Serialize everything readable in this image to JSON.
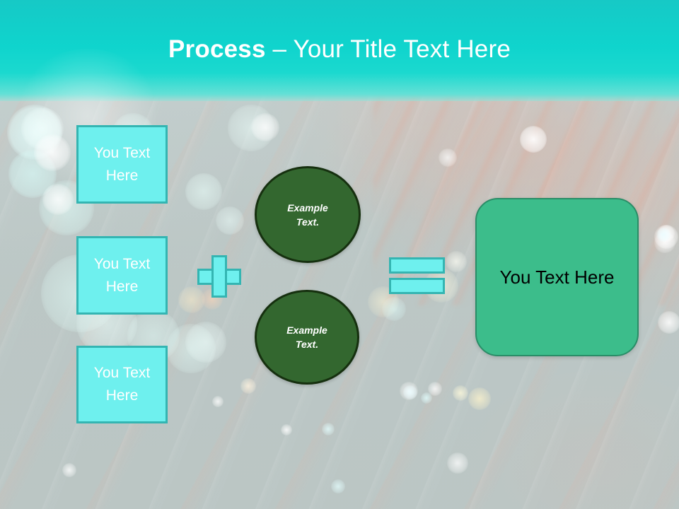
{
  "slide": {
    "title": {
      "bold_part": "Process",
      "rest_part": " – Your Title Text Here"
    },
    "header_color": "#0fd4cd",
    "background_color": "#bcc7c5"
  },
  "inputs": {
    "box_fill": "#6ef0ee",
    "box_border": "#34b5b2",
    "items": [
      {
        "label": "You Text Here"
      },
      {
        "label": "You Text Here"
      },
      {
        "label": "You Text Here"
      }
    ]
  },
  "operators": {
    "plus_symbol": "plus-sign",
    "equals_symbol": "equals-sign"
  },
  "circles": {
    "fill": "#33672f",
    "border": "#16300f",
    "items": [
      {
        "label": "Example Text."
      },
      {
        "label": "Example Text."
      }
    ]
  },
  "result": {
    "label": "You Text Here",
    "fill": "#3cbd8b",
    "border": "#2a8d67",
    "text_color": "#000000"
  }
}
